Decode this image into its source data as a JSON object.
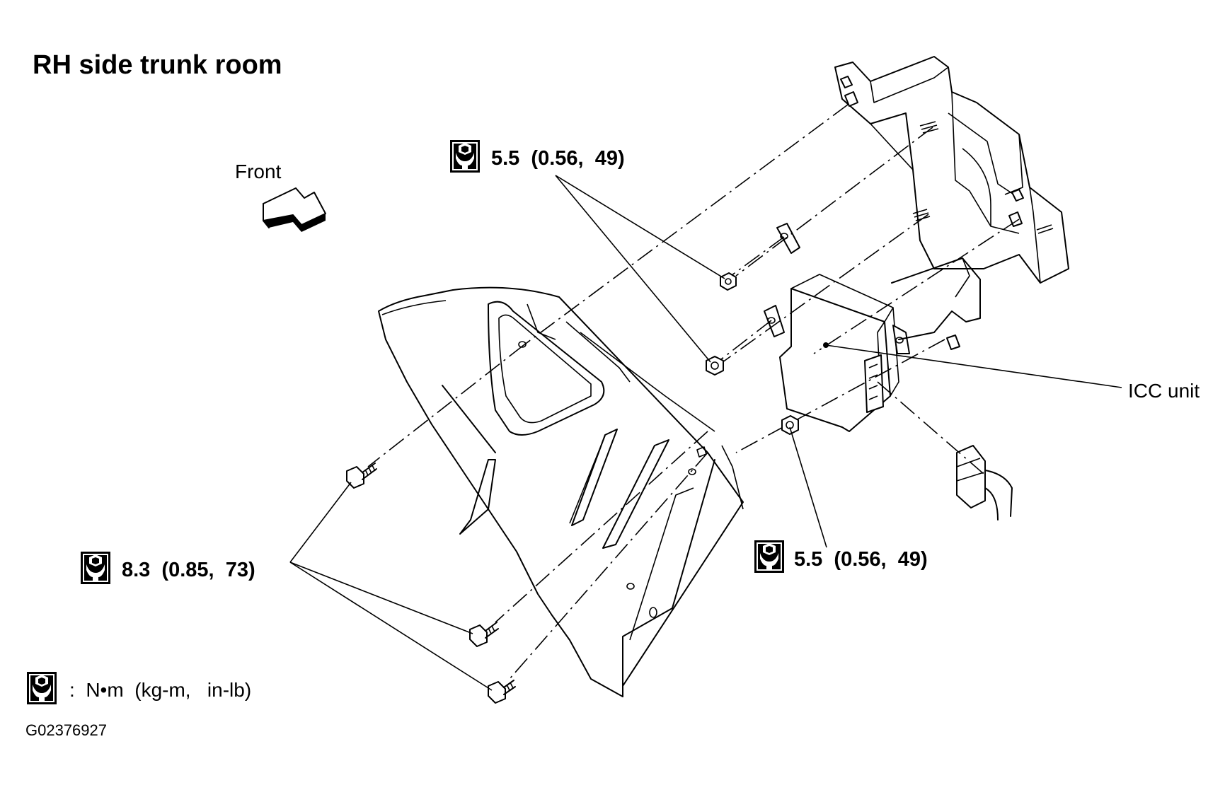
{
  "title": "RH side trunk room",
  "front_label": "Front",
  "component_label": "ICC unit",
  "torque_callouts": [
    {
      "id": "upper",
      "text": "5.5  (0.56,  49)"
    },
    {
      "id": "right",
      "text": "5.5  (0.56,  49)"
    },
    {
      "id": "left",
      "text": "8.3  (0.85,  73)"
    }
  ],
  "legend": {
    "text": ":  N•m  (kg-m,   in-lb)"
  },
  "figure_code": "G02376927",
  "icons": [
    "torque-wrench-icon",
    "front-arrow-icon"
  ]
}
